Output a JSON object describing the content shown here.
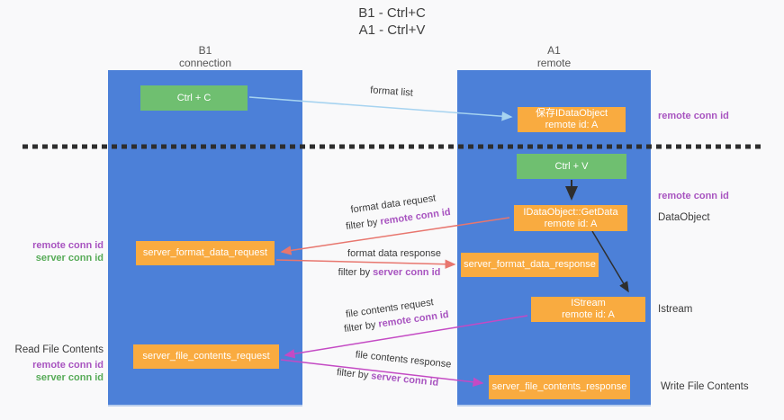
{
  "title": {
    "line1": "B1 - Ctrl+C",
    "line2": "A1 - Ctrl+V"
  },
  "lanes": {
    "left": {
      "title": "B1",
      "subtitle": "connection"
    },
    "right": {
      "title": "A1",
      "subtitle": "remote"
    }
  },
  "boxes": {
    "ctrl_c": {
      "label": "Ctrl + C"
    },
    "save_idataobject": {
      "line1": "保存IDataObject",
      "line2": "remote id: A"
    },
    "ctrl_v": {
      "label": "Ctrl + V"
    },
    "getdata": {
      "line1": "IDataObject::GetData",
      "line2": "remote id: A"
    },
    "format_request": {
      "label": "server_format_data_request"
    },
    "format_response": {
      "label": "server_format_data_response"
    },
    "istream": {
      "line1": "IStream",
      "line2": "remote id: A"
    },
    "file_request": {
      "label": "server_file_contents_request"
    },
    "file_response": {
      "label": "server_file_contents_response"
    }
  },
  "arrows": {
    "format_list": {
      "label": "format list"
    },
    "format_data_request": {
      "label": "format data request",
      "filter_prefix": "filter by ",
      "filter_key": "remote conn id"
    },
    "format_data_response": {
      "label": "format data response",
      "filter_prefix": "filter by ",
      "filter_key": "server conn id"
    },
    "file_contents_request": {
      "label": "file contents request",
      "filter_prefix": "filter by ",
      "filter_key": "remote conn id"
    },
    "file_contents_response": {
      "label": "file contents response",
      "filter_prefix": "filter by ",
      "filter_key": "server conn id"
    }
  },
  "annotations": {
    "right_top_remote_conn_id": "remote conn id",
    "right_mid_remote_conn_id": "remote conn id",
    "dataobject": "DataObject",
    "istream": "Istream",
    "write_file_contents": "Write File Contents",
    "read_file_contents": "Read File Contents",
    "left_format_remote_conn_id": "remote conn id",
    "left_format_server_conn_id": "server conn id",
    "left_file_remote_conn_id": "remote conn id",
    "left_file_server_conn_id": "server conn id"
  },
  "colors": {
    "lane_blue": "#4c80d8",
    "box_green": "#6fbf70",
    "box_orange": "#f9ab40",
    "arrow_light_blue": "#a6d3f0",
    "arrow_salmon": "#e8766e",
    "arrow_magenta": "#c44ac4",
    "arrow_black": "#2e2e2e",
    "text_purple": "#a854c0",
    "text_green": "#57ab58"
  }
}
